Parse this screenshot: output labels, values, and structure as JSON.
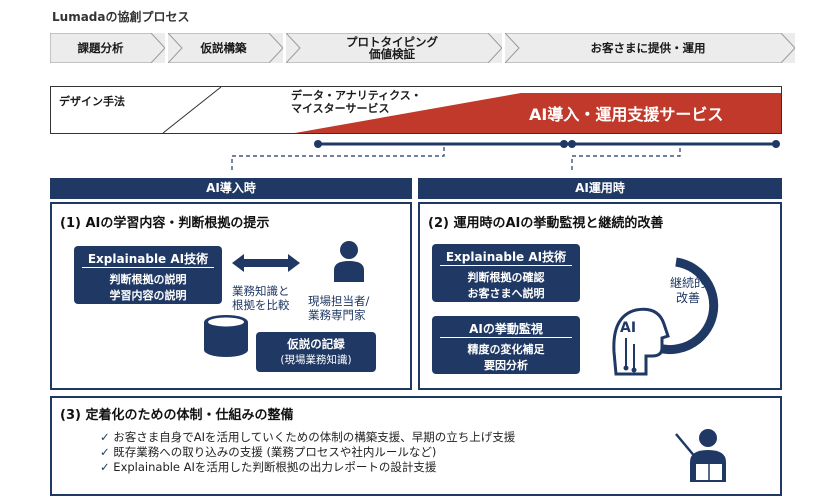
{
  "header": {
    "title": "Lumadaの協創プロセス"
  },
  "process_steps": [
    {
      "label": "課題分析"
    },
    {
      "label": "仮説構築"
    },
    {
      "label": "プロトタイピング",
      "label2": "価値検証"
    },
    {
      "label": "お客さまに提供・運用"
    }
  ],
  "services": {
    "design": "デザイン手法",
    "analytics_line1": "データ・アナリティクス・",
    "analytics_line2": "マイスターサービス",
    "ai_support": "AI導入・運用支援サービス",
    "accent_color": "#c0392b"
  },
  "phases": {
    "intro": "AI導入時",
    "ops": "AI運用時"
  },
  "panel1": {
    "title": "(1) AIの学習内容・判断根拠の提示",
    "xai_head": "Explainable AI技術",
    "xai_line1": "判断根拠の説明",
    "xai_line2": "学習内容の説明",
    "compare_line1": "業務知識と",
    "compare_line2": "根拠を比較",
    "person_line1": "現場担当者/",
    "person_line2": "業務専門家",
    "record_line1": "仮説の記録",
    "record_line2": "(現場業務知識)"
  },
  "panel2": {
    "title": "(2) 運用時のAIの挙動監視と継続的改善",
    "xai_head": "Explainable AI技術",
    "xai_line1": "判断根拠の確認",
    "xai_line2": "お客さまへ説明",
    "monitor_head": "AIの挙動監視",
    "monitor_line1": "精度の変化補足",
    "monitor_line2": "要因分析",
    "cycle_line1": "継続的",
    "cycle_line2": "改善",
    "ai_label": "AI"
  },
  "panel3": {
    "title": "(3) 定着化のための体制・仕組みの整備",
    "bullets": [
      "お客さま自身でAIを活用していくための体制の構築支援、早期の立ち上げ支援",
      "既存業務への取り込みの支援 (業務プロセスや社内ルールなど)",
      "Explainable AIを活用した判断根拠の出力レポートの設計支援"
    ]
  }
}
